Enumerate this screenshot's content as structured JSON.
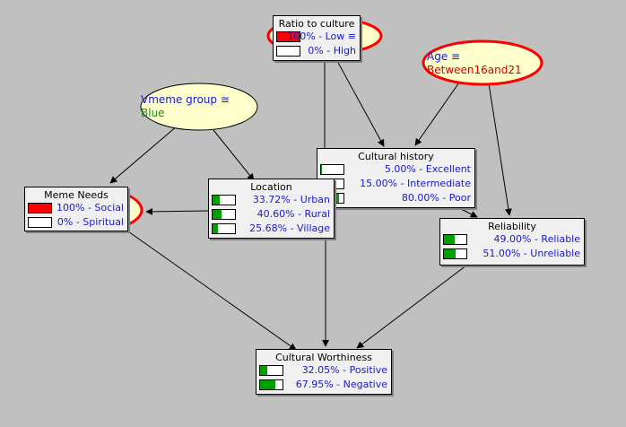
{
  "colors": {
    "background": "#c0c0c0",
    "node_fill": "#f0f0f0",
    "oval_fill": "#ffffcc",
    "evidence_outline": "#ff0000",
    "bar_green": "#00a000",
    "bar_red": "#ff0000",
    "state_text": "#1a1ad0"
  },
  "ovals": {
    "vmeme": {
      "line1": "Vmeme group ≅",
      "line2": "Blue"
    },
    "age": {
      "line1": "Age ≡",
      "line2": "Between16and21"
    }
  },
  "nodes": {
    "ratio": {
      "title": "Ratio to culture",
      "states": [
        {
          "label": "100% - Low ≡",
          "value": 1.0,
          "color": "#ff0000"
        },
        {
          "label": "0% - High",
          "value": 0.0,
          "color": "#00a000"
        }
      ]
    },
    "cultural_history": {
      "title": "Cultural history",
      "states": [
        {
          "label": "5.00% - Excellent",
          "value": 0.05,
          "color": "#00a000"
        },
        {
          "label": "15.00% - Intermediate",
          "value": 0.15,
          "color": "#00a000"
        },
        {
          "label": "80.00% - Poor",
          "value": 0.8,
          "color": "#00a000"
        }
      ]
    },
    "meme_needs": {
      "title": "Meme Needs",
      "states": [
        {
          "label": "100% - Social",
          "value": 1.0,
          "color": "#ff0000"
        },
        {
          "label": "0% - Spiritual",
          "value": 0.0,
          "color": "#00a000"
        }
      ]
    },
    "location": {
      "title": "Location",
      "states": [
        {
          "label": "33.72% - Urban",
          "value": 0.3372,
          "color": "#00a000"
        },
        {
          "label": "40.60% - Rural",
          "value": 0.406,
          "color": "#00a000"
        },
        {
          "label": "25.68% - Village",
          "value": 0.2568,
          "color": "#00a000"
        }
      ]
    },
    "reliability": {
      "title": "Reliability",
      "states": [
        {
          "label": "49.00% - Reliable",
          "value": 0.49,
          "color": "#00a000"
        },
        {
          "label": "51.00% - Unreliable",
          "value": 0.51,
          "color": "#00a000"
        }
      ]
    },
    "worthiness": {
      "title": "Cultural Worthiness",
      "states": [
        {
          "label": "32.05% - Positive",
          "value": 0.3205,
          "color": "#00a000"
        },
        {
          "label": "67.95% - Negative",
          "value": 0.6795,
          "color": "#00a000"
        }
      ]
    }
  }
}
